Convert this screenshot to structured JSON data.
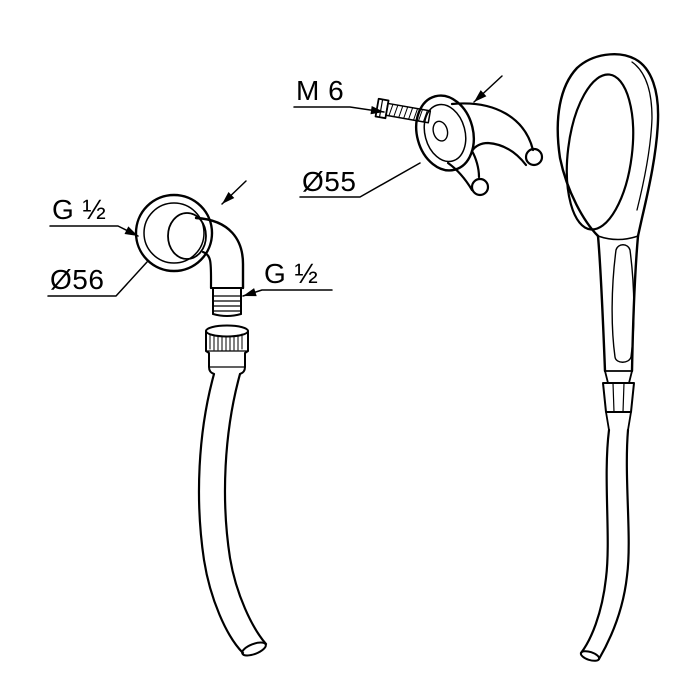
{
  "page": {
    "background": "#ffffff",
    "line_color": "#000000"
  },
  "callouts": {
    "m6": "M 6",
    "d55": "Ø55",
    "g12_wall": "G ½",
    "d56": "Ø56",
    "g12_outlet": "G ½"
  }
}
